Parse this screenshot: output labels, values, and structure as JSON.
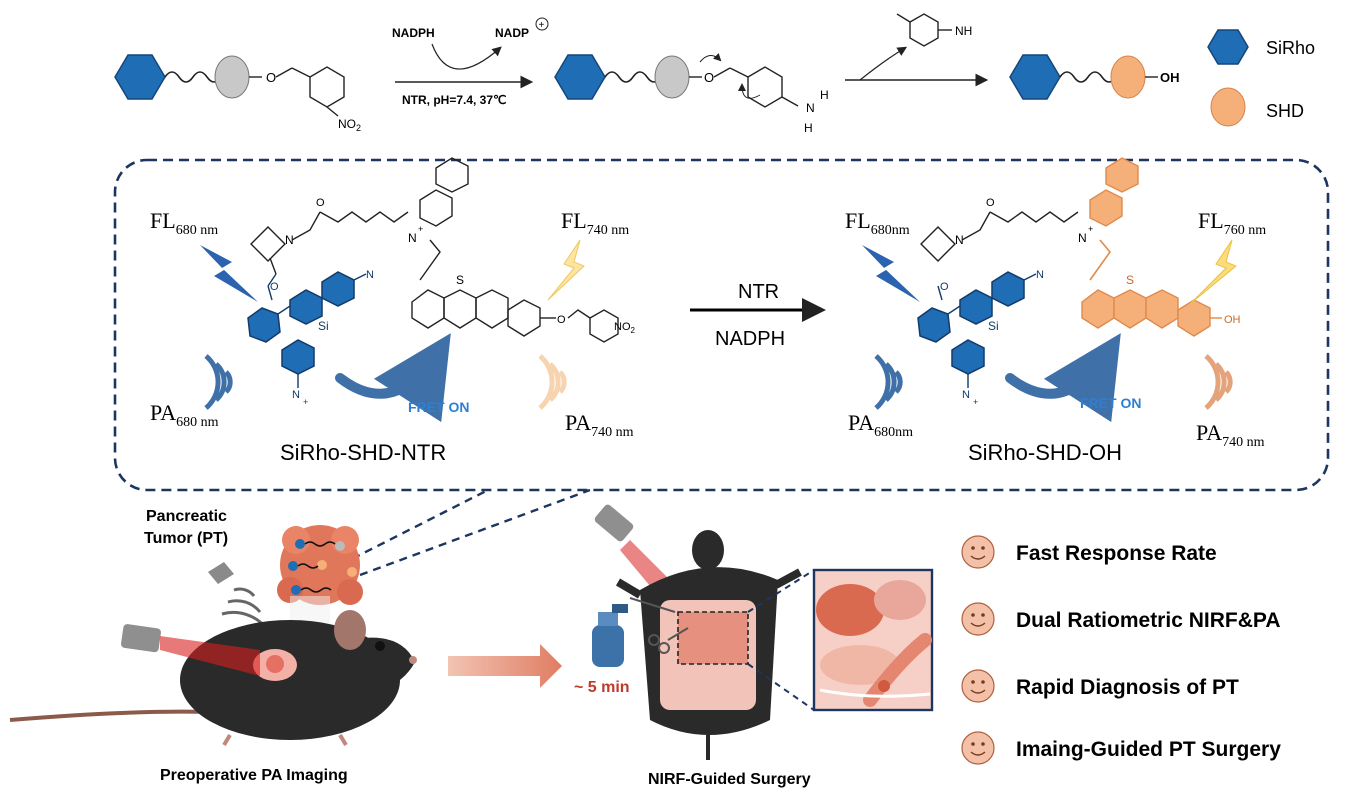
{
  "legend": {
    "sirho": {
      "label": "SiRho",
      "color": "#1f6db5"
    },
    "shd": {
      "label": "SHD",
      "color": "#f5b07a"
    }
  },
  "reaction": {
    "cofactor_in": "NADPH",
    "cofactor_out": "NADP",
    "cofactor_out_charge": "+",
    "conditions": "NTR, pH=7.4, 37℃",
    "nitro": "NO",
    "nitro_sub": "2",
    "amine_n": "N",
    "amine_h1": "H",
    "amine_h2": "H",
    "byproduct_nh": "NH",
    "product_oh": "OH",
    "ether_o": "O"
  },
  "probe_left": {
    "fl_main": "FL",
    "fl_680_sub": "680 nm",
    "fl_740_sub": "740 nm",
    "pa_main": "PA",
    "pa_680_sub": "680 nm",
    "pa_740_sub": "740 nm",
    "fret": "FRET ON",
    "name": "SiRho-SHD-NTR",
    "nitro": "NO",
    "nitro_sub": "2"
  },
  "transform": {
    "top": "NTR",
    "bottom": "NADPH"
  },
  "probe_right": {
    "fl_main": "FL",
    "fl_680_sub": "680nm",
    "fl_760_sub": "760 nm",
    "pa_main": "PA",
    "pa_680_sub": "680nm",
    "pa_740_sub": "740 nm",
    "fret": "FRET ON",
    "name": "SiRho-SHD-OH",
    "oh": "OH"
  },
  "atoms": {
    "o": "O",
    "n": "N",
    "si": "Si",
    "s": "S",
    "plus": "+"
  },
  "bottom": {
    "tumor_label_1": "Pancreatic",
    "tumor_label_2": "Tumor (PT)",
    "left_caption": "Preoperative PA Imaging",
    "time": "~ 5 min",
    "right_caption": "NIRF-Guided Surgery"
  },
  "benefits": [
    "Fast Response Rate",
    "Dual Ratiometric NIRF&PA",
    "Rapid Diagnosis of PT",
    "Imaing-Guided PT Surgery"
  ]
}
